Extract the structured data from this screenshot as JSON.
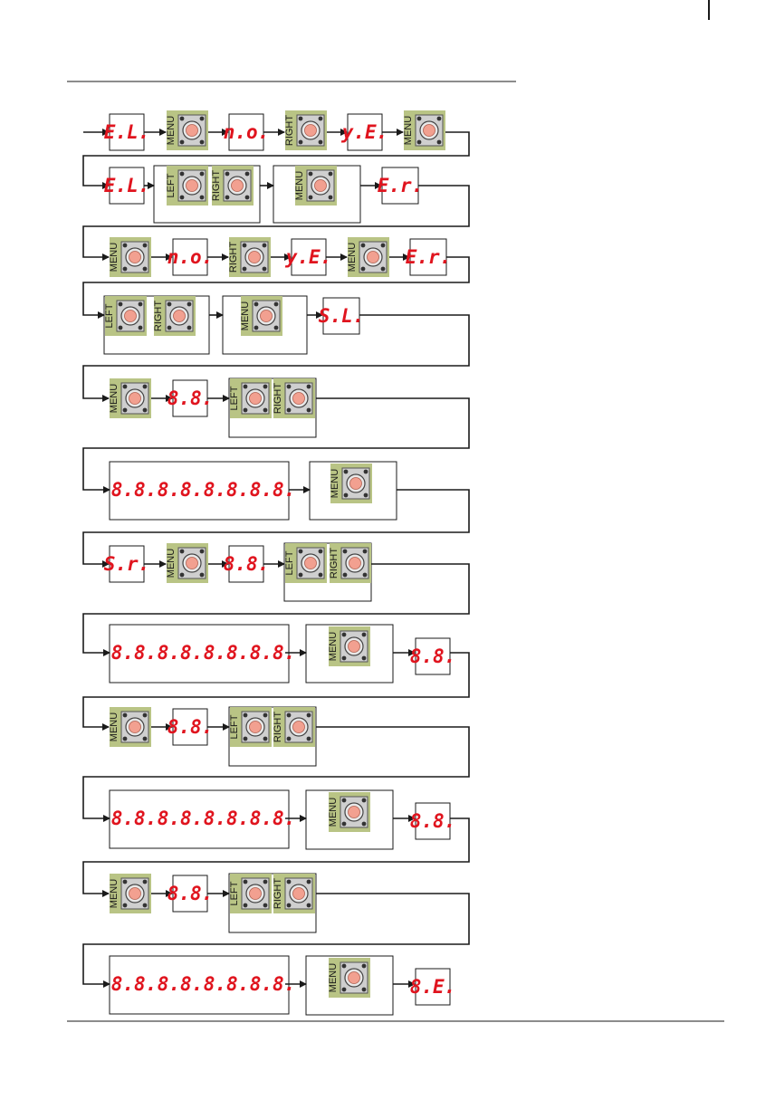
{
  "button_labels": {
    "menu": "MENU",
    "left": "LEFT",
    "right": "RIGHT"
  },
  "colors": {
    "display_text": "#e0141e",
    "button_bg": "#b9c485",
    "button_pad": "#cfcfcf",
    "button_center": "#f2a090",
    "line": "#1a1a1a"
  },
  "flow": {
    "row1": {
      "display_start": "E.L.",
      "display_no": "n.o.",
      "display_yes": "y.E."
    },
    "row2": {
      "display_start": "E.L.",
      "display_end": "E.r."
    },
    "row3": {
      "display_no": "n.o.",
      "display_yes": "y.E.",
      "display_end": "E.r."
    },
    "row4": {
      "display_end": "S.L."
    },
    "row5": {
      "display": "8.8."
    },
    "row6": {
      "displays": [
        "8.8.",
        "8.8.",
        "8.8.",
        "8.8."
      ]
    },
    "row7": {
      "display_start": "S.r.",
      "display": "8.8."
    },
    "row8": {
      "displays": [
        "8.8.",
        "8.8.",
        "8.8.",
        "8.8."
      ],
      "display_end": "8.8."
    },
    "row9": {
      "display": "8.8."
    },
    "row10": {
      "displays": [
        "8.8.",
        "8.8.",
        "8.8.",
        "8.8."
      ],
      "display_end": "8.8."
    },
    "row11": {
      "display": "8.8."
    },
    "row12": {
      "displays": [
        "8.8.",
        "8.8.",
        "8.8.",
        "8.8."
      ],
      "display_end": "8.E."
    }
  }
}
